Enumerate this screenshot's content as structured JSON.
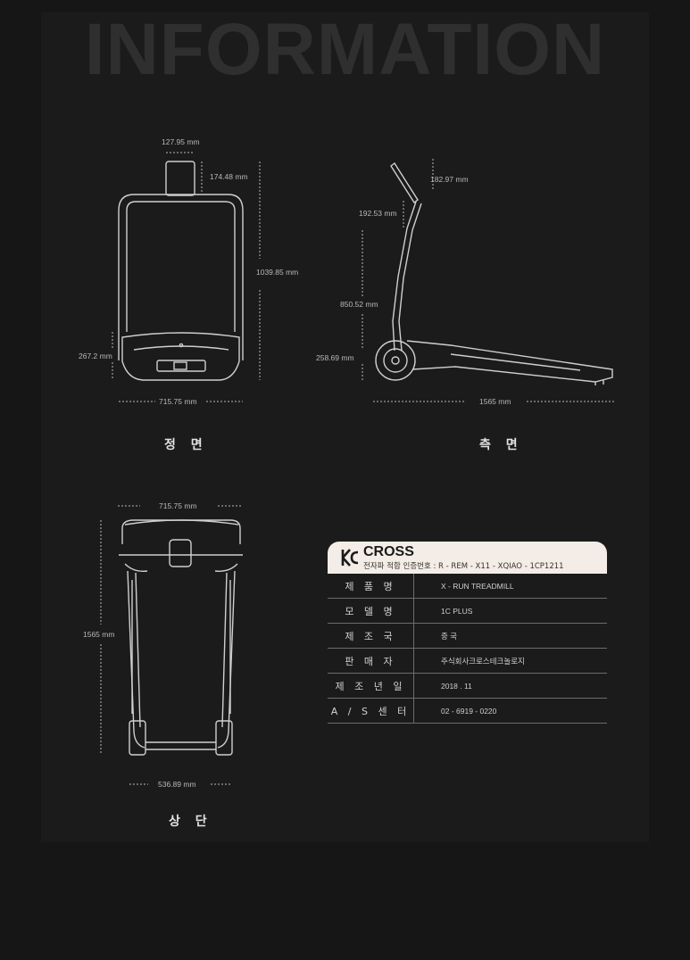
{
  "title": "INFORMATION",
  "views": {
    "front": {
      "label": "정 면",
      "dims": {
        "top_width": "127.95 mm",
        "handle_height": "174.48 mm",
        "total_height": "1039.85 mm",
        "base_height": "267.2 mm",
        "width": "715.75 mm"
      }
    },
    "side": {
      "label": "측 면",
      "dims": {
        "handle_top": "182.97 mm",
        "handle_mid": "192.53 mm",
        "column_height": "850.52 mm",
        "base_height": "258.69 mm",
        "length": "1565 mm"
      }
    },
    "top": {
      "label": "상 단",
      "dims": {
        "width_top": "715.75 mm",
        "length": "1565 mm",
        "width_bottom": "536.89 mm"
      }
    }
  },
  "spec": {
    "brand": "CROSS",
    "cert": "전자파 적합 인증번호 : R - REM - X11 - XQIAO - 1CP1211",
    "rows": [
      {
        "key": "제 품 명",
        "value": "X - RUN TREADMILL"
      },
      {
        "key": "모 델 명",
        "value": "1C PLUS"
      },
      {
        "key": "제 조 국",
        "value": "중 국"
      },
      {
        "key": "판 매 자",
        "value": "주식회사크로스테크놀로지"
      },
      {
        "key": "제 조 년 일",
        "value": "2018 . 11"
      },
      {
        "key": "A / S 센 터",
        "value": "02 - 6919 - 0220"
      }
    ]
  },
  "colors": {
    "background": "#161616",
    "line": "#cfcfcf",
    "spec_header": "#f4ece6"
  }
}
